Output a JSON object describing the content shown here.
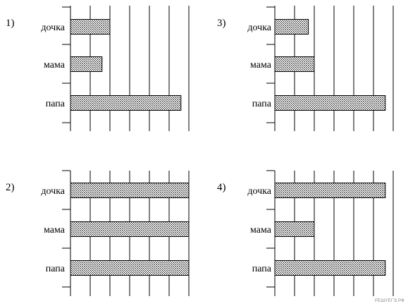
{
  "watermark": "РЕШУЕГЭ.РФ",
  "bar_fill_color": "#8a8a8a",
  "chart_data": [
    {
      "type": "bar",
      "number": "1)",
      "categories": [
        "дочка",
        "мама",
        "папа"
      ],
      "values": [
        2,
        1.6,
        5.6
      ],
      "xlim": [
        0,
        6
      ],
      "grid": true
    },
    {
      "type": "bar",
      "number": "3)",
      "categories": [
        "дочка",
        "мама",
        "папа"
      ],
      "values": [
        1.7,
        2,
        5.6
      ],
      "xlim": [
        0,
        6
      ],
      "grid": true
    },
    {
      "type": "bar",
      "number": "2)",
      "categories": [
        "дочка",
        "мама",
        "папа"
      ],
      "values": [
        6,
        6,
        6
      ],
      "xlim": [
        0,
        6
      ],
      "grid": true
    },
    {
      "type": "bar",
      "number": "4)",
      "categories": [
        "дочка",
        "мама",
        "папа"
      ],
      "values": [
        5.6,
        2,
        5.6
      ],
      "xlim": [
        0,
        6
      ],
      "grid": true
    }
  ]
}
